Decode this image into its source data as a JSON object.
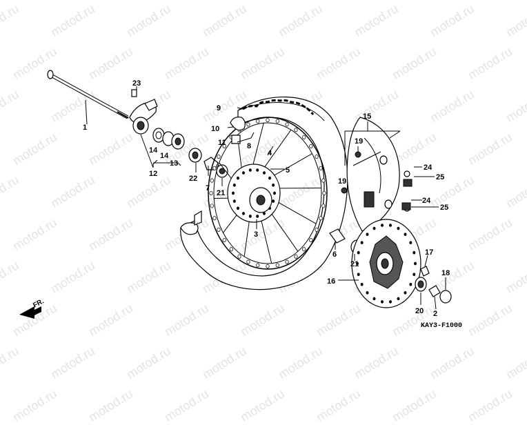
{
  "watermark": "motod.ru",
  "diagram_code": "KAY3-F1000",
  "front_indicator": "FR.",
  "callouts": {
    "c1": "1",
    "c2": "2",
    "c3": "3",
    "c4": "4",
    "c5": "5",
    "c6": "6",
    "c7": "7",
    "c8": "8",
    "c9": "9",
    "c10": "10",
    "c11": "11",
    "c12": "12",
    "c13": "13",
    "c14a": "14",
    "c14b": "14",
    "c15": "15",
    "c16": "16",
    "c17": "17",
    "c18": "18",
    "c19a": "19",
    "c19b": "19",
    "c20": "20",
    "c21a": "21",
    "c21b": "21",
    "c22": "22",
    "c23": "23",
    "c24a": "24",
    "c24b": "24",
    "c25a": "25",
    "c25b": "25"
  }
}
